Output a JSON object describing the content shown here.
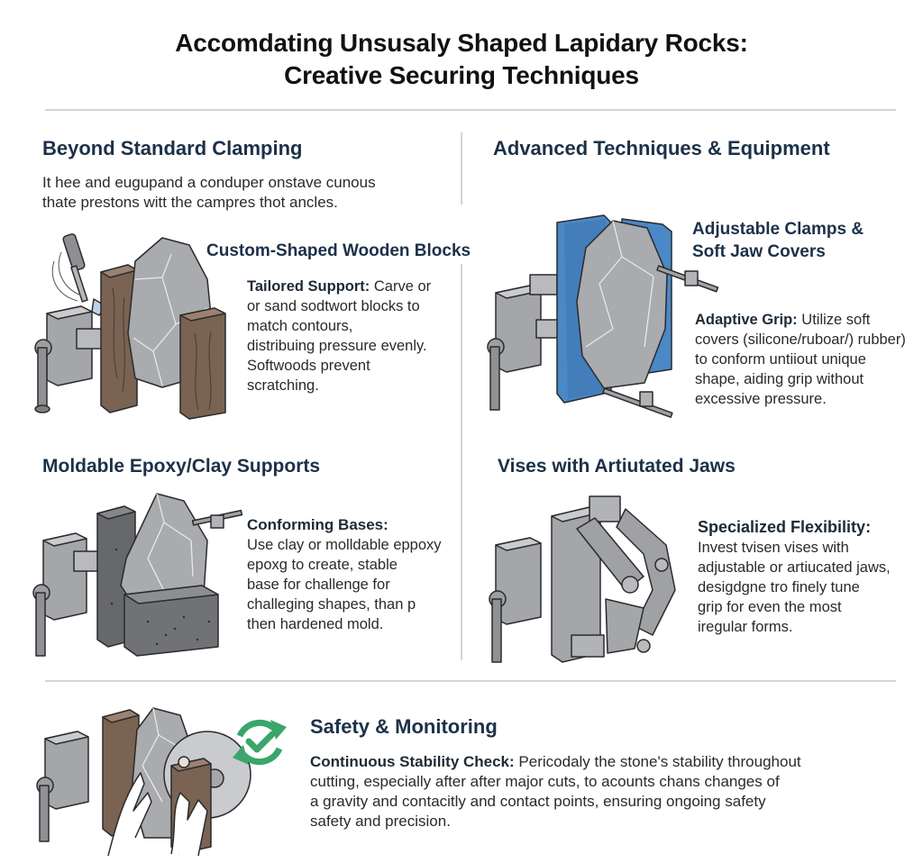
{
  "title": {
    "line1": "Accomdating Unsusaly Shaped Lapidary Rocks:",
    "line2": "Creative Securing Techniques"
  },
  "left_section": {
    "heading": "Beyond Standard Clamping",
    "intro_line1": "It hee and eugupand a conduper onstave cunous",
    "intro_line2": "thate prestons witt the campres thot ancles.",
    "items": [
      {
        "title": "Custom-Shaped Wooden Blocks",
        "lead": "Tailored Support:",
        "lines": [
          "Carve or",
          "or sand sodtwort blocks to",
          "match contours,",
          "distribuing pressure evenly.",
          "Softwoods prevent",
          "scratching."
        ],
        "icon": "wooden-block-vise-illustration"
      },
      {
        "title": "Moldable Epoxy/Clay Supports",
        "lead": "Conforming Bases:",
        "lines": [
          "Use clay or molldable eppoxy",
          "epoxg to create, stable",
          "base for challenge for",
          "challeging shapes, than p",
          "then hardened mold."
        ],
        "icon": "epoxy-base-vise-illustration"
      }
    ]
  },
  "right_section": {
    "heading": "Advanced Techniques & Equipment",
    "items": [
      {
        "title_line1": "Adjustable Clamps &",
        "title_line2": "Soft Jaw Covers",
        "lead": "Adaptive Grip:",
        "lines": [
          "Utilize soft",
          "covers (silicone/ruboar/) rubber)",
          "to conform untiiout unique",
          "shape, aiding grip without",
          "excessive pressure."
        ],
        "icon": "soft-jaw-clamp-illustration"
      },
      {
        "title": "Vises with Artiutated Jaws",
        "lead": "Specialized Flexibility:",
        "lines": [
          "Invest tvisen vises with",
          "adjustable or artiucated jaws,",
          "desigdgne tro finely tune",
          "grip for even the most",
          "iregular forms."
        ],
        "icon": "articulated-vise-illustration"
      }
    ]
  },
  "bottom_section": {
    "heading": "Safety & Monitoring",
    "lead": "Continuous Stability Check:",
    "lines": [
      "Pericodaly the stone's stability throughout",
      "cutting, especially after after major cuts, to acounts chans changes of",
      "a gravity and contacitly and contact points, ensuring ongoing safety",
      "safety and precision."
    ],
    "icon": "refresh-check-icon"
  },
  "colors": {
    "heading": "#1c3148",
    "soft_jaw_blue": "#4a88c7",
    "check_green": "#3aa66a",
    "wood": "#7a6353",
    "stone": "#a9abae",
    "metal": "#9a9ca0",
    "divider": "#d4d4d4"
  }
}
